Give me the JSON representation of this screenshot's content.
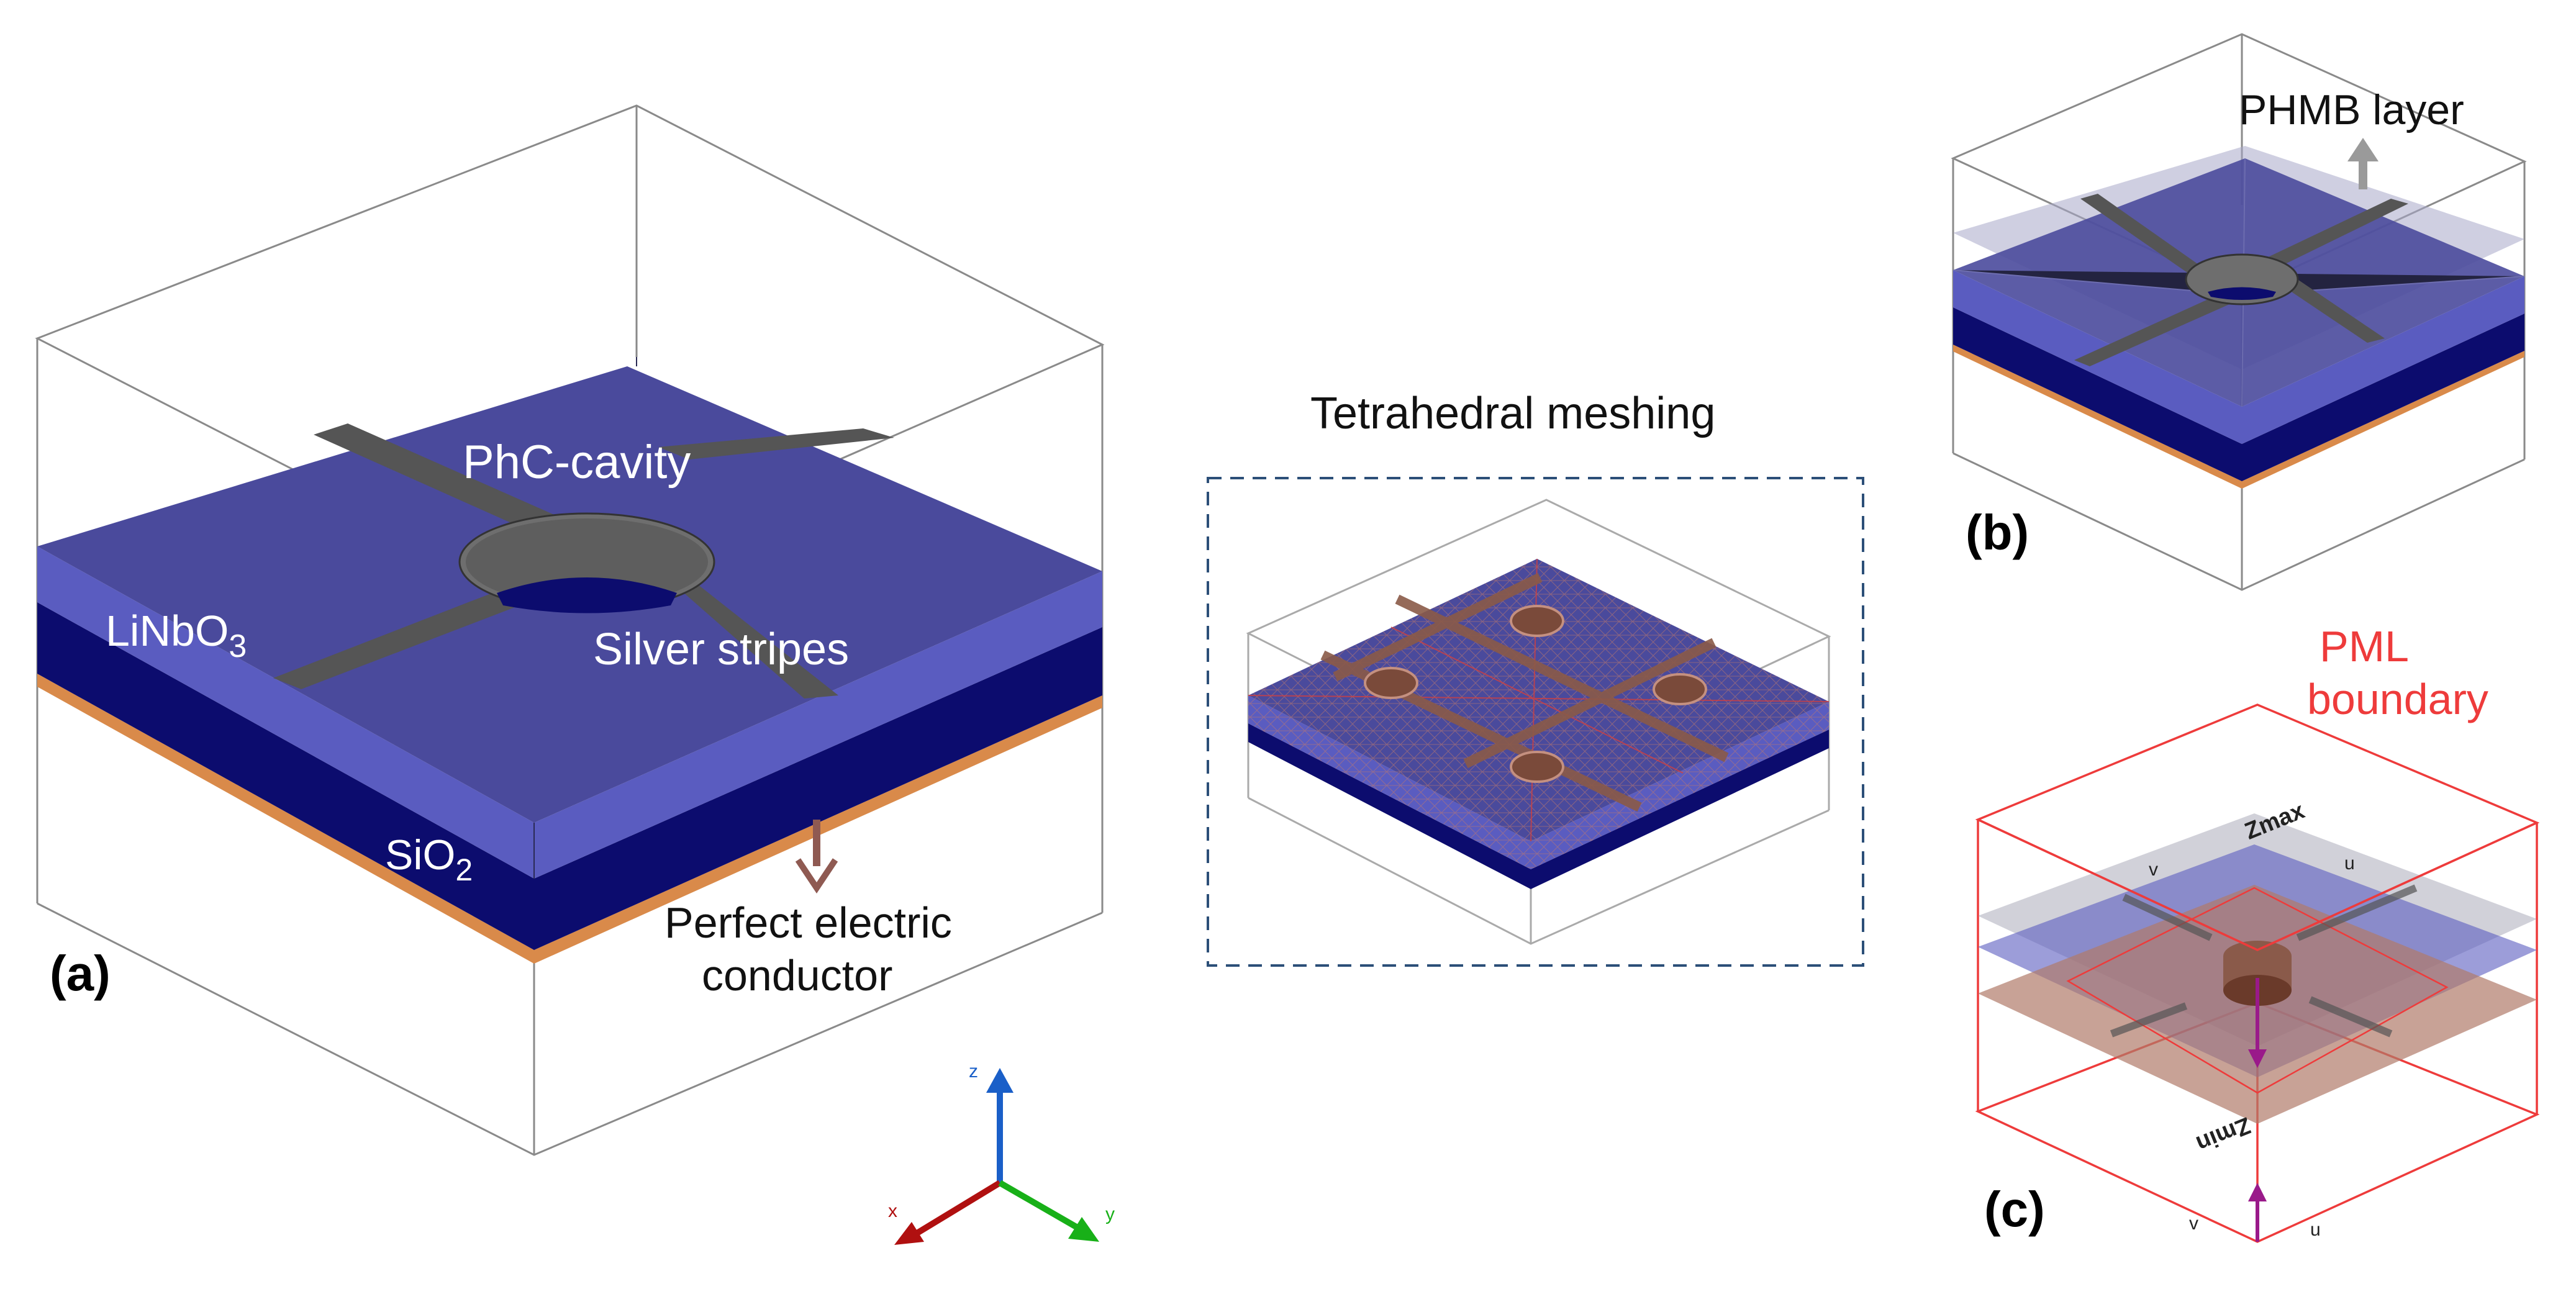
{
  "panel_a": {
    "label": "(a)",
    "labels": {
      "phc_cavity": "PhC-cavity",
      "linbo3_base": "LiNbO",
      "linbo3_sub": "3",
      "silver_stripes": "Silver stripes",
      "sio2_base": "SiO",
      "sio2_sub": "2",
      "pec_line1": "Perfect electric",
      "pec_line2": "conductor"
    }
  },
  "mesh": {
    "title": "Tetrahedral meshing"
  },
  "panel_b": {
    "label": "(b)",
    "phmb_label": "PHMB layer"
  },
  "panel_c": {
    "label": "(c)",
    "pml_line1": "PML",
    "pml_line2": "boundary",
    "zmax": "Zmax",
    "zmin": "Zmin",
    "u": "u",
    "v": "v"
  },
  "axes": {
    "x": "x",
    "y": "y",
    "z": "z"
  },
  "colors": {
    "linbo3_top": "#4a4a9c",
    "linbo3_side": "#5a5cc0",
    "sio2": "#0c0c6e",
    "pec": "#d98a4a",
    "silver": "#555555",
    "pml": "#ee3b3b",
    "axis_x": "#b01010",
    "axis_y": "#18b018",
    "axis_z": "#1a5fc8",
    "pec_arrow": "#8f5a52",
    "normal_arrow": "#9a1a8a"
  }
}
